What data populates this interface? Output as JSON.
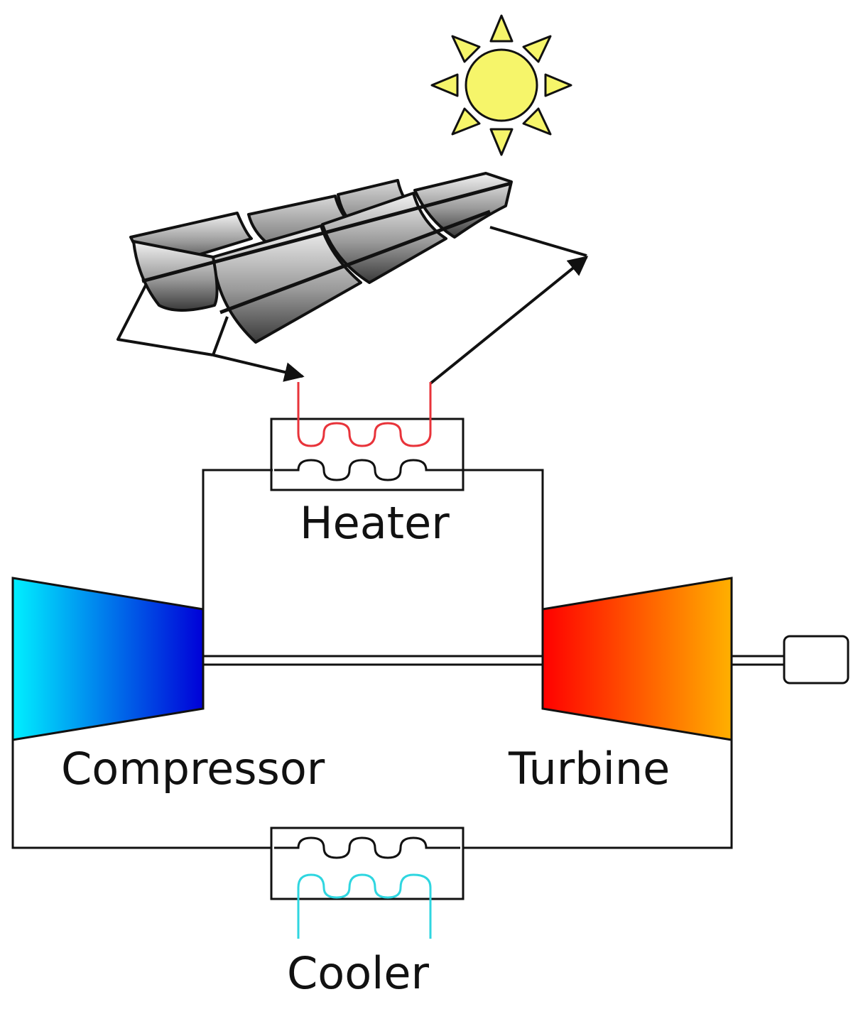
{
  "labels": {
    "heater": "Heater",
    "compressor": "Compressor",
    "turbine": "Turbine",
    "cooler": "Cooler"
  },
  "colors": {
    "outline": "#111111",
    "hot_loop": "#e8333a",
    "cold_loop": "#2fd6e0",
    "sun_fill": "#f6f56a",
    "compressor_gradient": [
      "#00f0ff",
      "#0000d8"
    ],
    "turbine_gradient": [
      "#ff0000",
      "#ffb000"
    ]
  },
  "icons": {
    "sun": "sun-icon",
    "collectors": "parabolic-trough-collector-icon",
    "generator": "generator-icon"
  }
}
